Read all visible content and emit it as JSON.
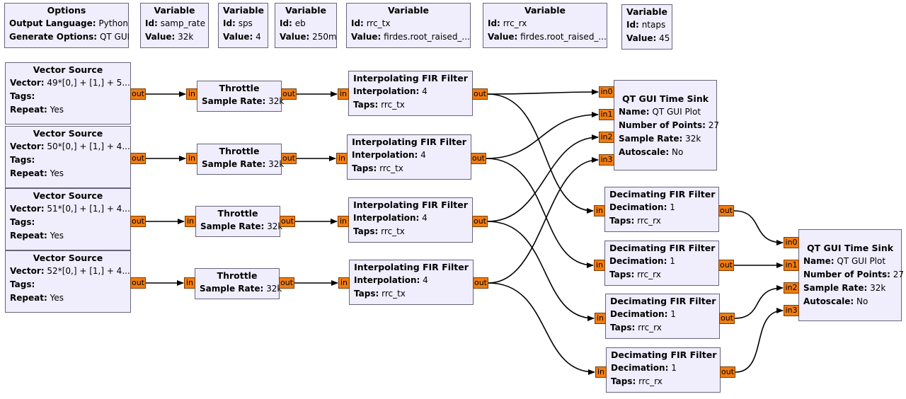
{
  "options": {
    "title": "Options",
    "rows": [
      {
        "k": "Output Language:",
        "v": "Python"
      },
      {
        "k": "Generate Options:",
        "v": "QT GUI"
      }
    ]
  },
  "variables": [
    {
      "title": "Variable",
      "rows": [
        {
          "k": "Id:",
          "v": "samp_rate"
        },
        {
          "k": "Value:",
          "v": "32k"
        }
      ]
    },
    {
      "title": "Variable",
      "rows": [
        {
          "k": "Id:",
          "v": "sps"
        },
        {
          "k": "Value:",
          "v": "4"
        }
      ]
    },
    {
      "title": "Variable",
      "rows": [
        {
          "k": "Id:",
          "v": "eb"
        },
        {
          "k": "Value:",
          "v": "250m"
        }
      ]
    },
    {
      "title": "Variable",
      "rows": [
        {
          "k": "Id:",
          "v": "rrc_tx"
        },
        {
          "k": "Value:",
          "v": "firdes.root_raised_..."
        }
      ]
    },
    {
      "title": "Variable",
      "rows": [
        {
          "k": "Id:",
          "v": "rrc_rx"
        },
        {
          "k": "Value:",
          "v": "firdes.root_raised_..."
        }
      ]
    },
    {
      "title": "Variable",
      "rows": [
        {
          "k": "Id:",
          "v": "ntaps"
        },
        {
          "k": "Value:",
          "v": "45"
        }
      ]
    }
  ],
  "vector_sources": [
    {
      "title": "Vector Source",
      "rows": [
        {
          "k": "Vector:",
          "v": "49*[0,] + [1,] + 5..."
        },
        {
          "k": "Tags:",
          "v": ""
        },
        {
          "k": "Repeat:",
          "v": "Yes"
        }
      ],
      "port": "out"
    },
    {
      "title": "Vector Source",
      "rows": [
        {
          "k": "Vector:",
          "v": "50*[0,] + [1,] + 4..."
        },
        {
          "k": "Tags:",
          "v": ""
        },
        {
          "k": "Repeat:",
          "v": "Yes"
        }
      ],
      "port": "out"
    },
    {
      "title": "Vector Source",
      "rows": [
        {
          "k": "Vector:",
          "v": "51*[0,] + [1,] + 4..."
        },
        {
          "k": "Tags:",
          "v": ""
        },
        {
          "k": "Repeat:",
          "v": "Yes"
        }
      ],
      "port": "out"
    },
    {
      "title": "Vector Source",
      "rows": [
        {
          "k": "Vector:",
          "v": "52*[0,] + [1,] + 4..."
        },
        {
          "k": "Tags:",
          "v": ""
        },
        {
          "k": "Repeat:",
          "v": "Yes"
        }
      ],
      "port": "out"
    }
  ],
  "throttles": [
    {
      "title": "Throttle",
      "rows": [
        {
          "k": "Sample Rate:",
          "v": "32k"
        }
      ],
      "in": "in",
      "out": "out"
    },
    {
      "title": "Throttle",
      "rows": [
        {
          "k": "Sample Rate:",
          "v": "32k"
        }
      ],
      "in": "in",
      "out": "out"
    },
    {
      "title": "Throttle",
      "rows": [
        {
          "k": "Sample Rate:",
          "v": "32k"
        }
      ],
      "in": "in",
      "out": "out"
    },
    {
      "title": "Throttle",
      "rows": [
        {
          "k": "Sample Rate:",
          "v": "32k"
        }
      ],
      "in": "in",
      "out": "out"
    }
  ],
  "interp_filters": [
    {
      "title": "Interpolating FIR Filter",
      "rows": [
        {
          "k": "Interpolation:",
          "v": "4"
        },
        {
          "k": "Taps:",
          "v": "rrc_tx"
        }
      ],
      "in": "in",
      "out": "out"
    },
    {
      "title": "Interpolating FIR Filter",
      "rows": [
        {
          "k": "Interpolation:",
          "v": "4"
        },
        {
          "k": "Taps:",
          "v": "rrc_tx"
        }
      ],
      "in": "in",
      "out": "out"
    },
    {
      "title": "Interpolating FIR Filter",
      "rows": [
        {
          "k": "Interpolation:",
          "v": "4"
        },
        {
          "k": "Taps:",
          "v": "rrc_tx"
        }
      ],
      "in": "in",
      "out": "out"
    },
    {
      "title": "Interpolating FIR Filter",
      "rows": [
        {
          "k": "Interpolation:",
          "v": "4"
        },
        {
          "k": "Taps:",
          "v": "rrc_tx"
        }
      ],
      "in": "in",
      "out": "out"
    }
  ],
  "decim_filters": [
    {
      "title": "Decimating FIR Filter",
      "rows": [
        {
          "k": "Decimation:",
          "v": "1"
        },
        {
          "k": "Taps:",
          "v": "rrc_rx"
        }
      ],
      "in": "in",
      "out": "out"
    },
    {
      "title": "Decimating FIR Filter",
      "rows": [
        {
          "k": "Decimation:",
          "v": "1"
        },
        {
          "k": "Taps:",
          "v": "rrc_rx"
        }
      ],
      "in": "in",
      "out": "out"
    },
    {
      "title": "Decimating FIR Filter",
      "rows": [
        {
          "k": "Decimation:",
          "v": "1"
        },
        {
          "k": "Taps:",
          "v": "rrc_rx"
        }
      ],
      "in": "in",
      "out": "out"
    },
    {
      "title": "Decimating FIR Filter",
      "rows": [
        {
          "k": "Decimation:",
          "v": "1"
        },
        {
          "k": "Taps:",
          "v": "rrc_rx"
        }
      ],
      "in": "in",
      "out": "out"
    }
  ],
  "time_sinks": [
    {
      "title": "QT GUI Time Sink",
      "rows": [
        {
          "k": "Name:",
          "v": "QT GUI Plot"
        },
        {
          "k": "Number of Points:",
          "v": "27"
        },
        {
          "k": "Sample Rate:",
          "v": "32k"
        },
        {
          "k": "Autoscale:",
          "v": "No"
        }
      ],
      "ports": [
        "in0",
        "in1",
        "in2",
        "in3"
      ]
    },
    {
      "title": "QT GUI Time Sink",
      "rows": [
        {
          "k": "Name:",
          "v": "QT GUI Plot"
        },
        {
          "k": "Number of Points:",
          "v": "27"
        },
        {
          "k": "Sample Rate:",
          "v": "32k"
        },
        {
          "k": "Autoscale:",
          "v": "No"
        }
      ],
      "ports": [
        "in0",
        "in1",
        "in2",
        "in3"
      ]
    }
  ],
  "colors": {
    "block_fill": "#f0eefc",
    "block_border": "#66647a",
    "port_fill": "#f07c12",
    "wire": "#000000"
  }
}
